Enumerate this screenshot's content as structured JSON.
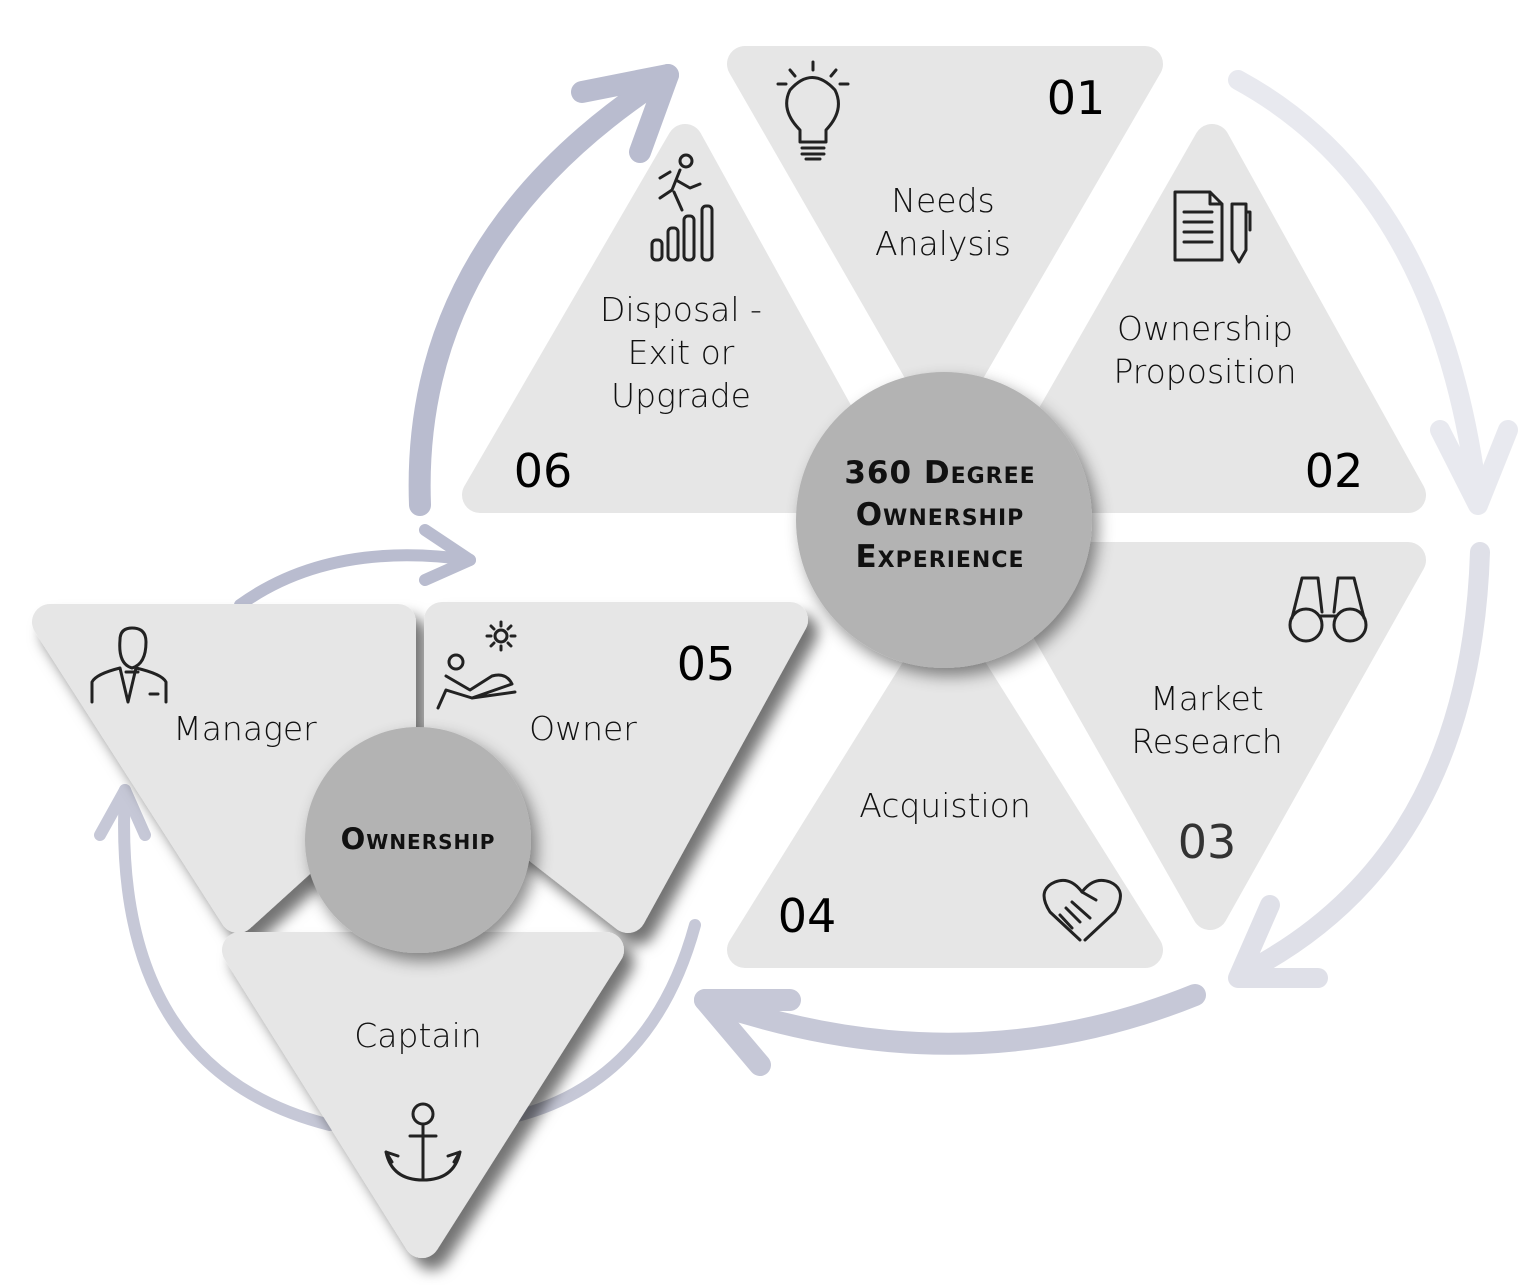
{
  "center_title": [
    "360 Degree",
    "Ownership",
    "Experience"
  ],
  "steps": [
    {
      "number": "01",
      "label": [
        "Needs",
        "Analysis"
      ],
      "icon": "lightbulb-icon"
    },
    {
      "number": "02",
      "label": [
        "Ownership",
        "Proposition"
      ],
      "icon": "document-pen-icon"
    },
    {
      "number": "03",
      "label": [
        "Market",
        "Research"
      ],
      "icon": "binoculars-icon"
    },
    {
      "number": "04",
      "label": [
        "Acquistion"
      ],
      "icon": "handshake-icon"
    },
    {
      "number": "05",
      "label": [],
      "icon": ""
    },
    {
      "number": "06",
      "label": [
        "Disposal -",
        "Exit or",
        "Upgrade"
      ],
      "icon": "climbing-bars-icon"
    }
  ],
  "ownership": {
    "title": "Ownership",
    "roles": [
      {
        "label": "Manager",
        "icon": "businessman-icon"
      },
      {
        "label": "Owner",
        "icon": "relaxing-sun-icon"
      },
      {
        "label": "Captain",
        "icon": "anchor-icon"
      }
    ]
  },
  "colors": {
    "segment": "#e6e6e6",
    "circle": "#b3b3b3",
    "arrow": "#b9bccf",
    "arrow_light": "#e4e5ec"
  }
}
